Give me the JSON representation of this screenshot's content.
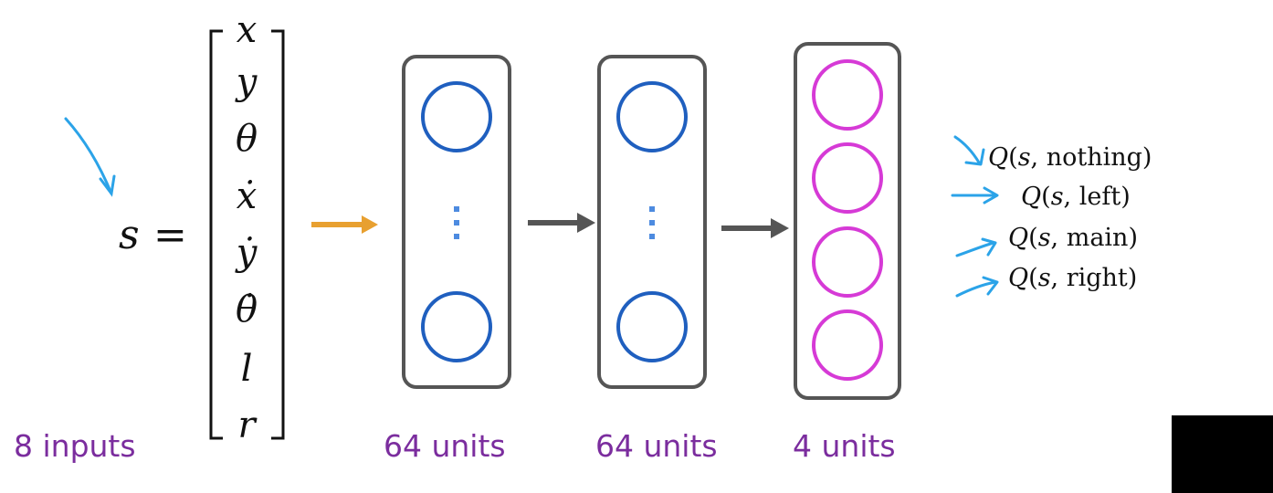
{
  "state": {
    "symbol": "s",
    "equals": "=",
    "components": [
      "x",
      "y",
      "θ",
      "ẋ",
      "ẏ",
      "θ̇",
      "l",
      "r"
    ]
  },
  "captions": {
    "inputs": "8 inputs",
    "layer1": "64 units",
    "layer2": "64 units",
    "output": "4 units"
  },
  "layer_dots": "⋮",
  "q_outputs": [
    {
      "fn": "Q",
      "arg": "s",
      "action": "nothing"
    },
    {
      "fn": "Q",
      "arg": "s",
      "action": "left"
    },
    {
      "fn": "Q",
      "arg": "s",
      "action": "main"
    },
    {
      "fn": "Q",
      "arg": "s",
      "action": "right"
    }
  ],
  "colors": {
    "hidden_unit": "#1f5fbf",
    "output_unit": "#d63ad6",
    "layer_box": "#555555",
    "input_arrow": "#e8a030",
    "layer_arrow": "#555555",
    "annotation_arrow": "#2ba3e8",
    "caption": "#7b2d9e"
  }
}
